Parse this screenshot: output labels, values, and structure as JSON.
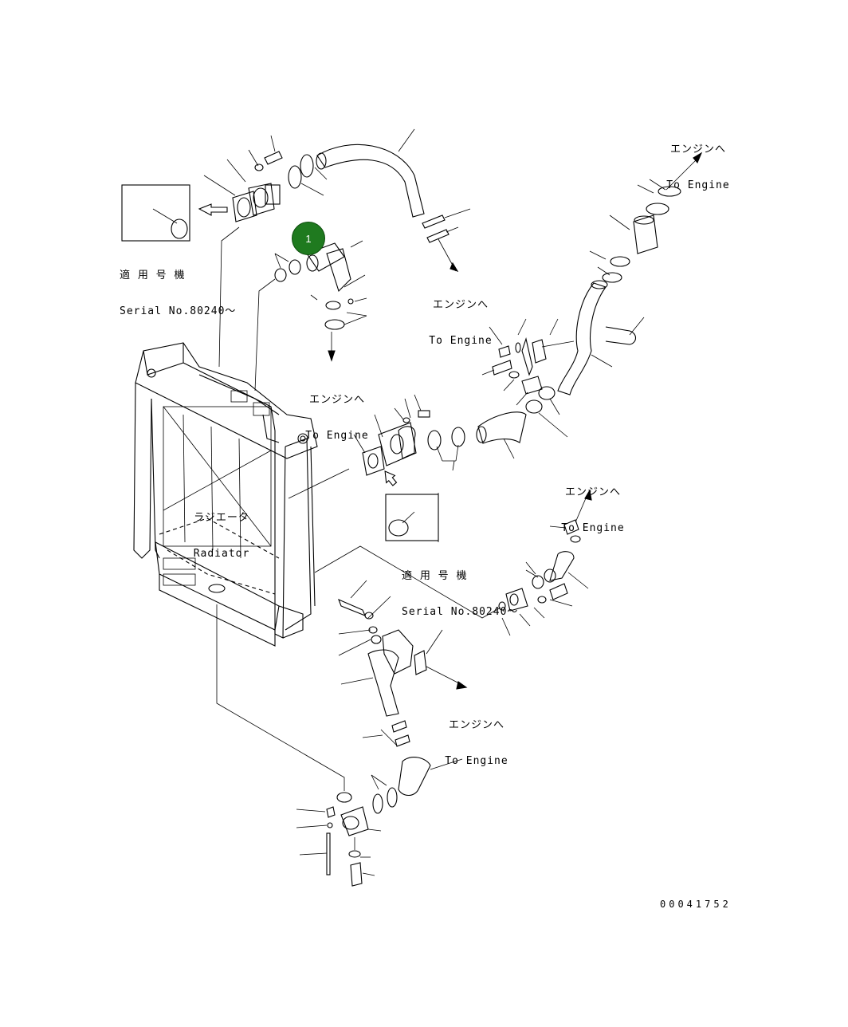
{
  "diagram": {
    "callout": "1",
    "drawing_number": "00041752",
    "labels": {
      "to_engine_top_right": {
        "jp": "エンジンへ",
        "en": "To Engine"
      },
      "to_engine_top_mid": {
        "jp": "エンジンへ",
        "en": "To Engine"
      },
      "to_engine_left": {
        "jp": "エンジンへ",
        "en": "To Engine"
      },
      "to_engine_right_mid": {
        "jp": "エンジンへ",
        "en": "To Engine"
      },
      "to_engine_bottom": {
        "jp": "エンジンへ",
        "en": "To Engine"
      },
      "radiator": {
        "jp": "ラジエータ",
        "en": "Radiator"
      },
      "serial_left": {
        "jp": "適 用 号 機",
        "en": "Serial No.80240～"
      },
      "serial_mid": {
        "jp": "適 用 号 機",
        "en": "Serial No.80240～"
      }
    }
  }
}
